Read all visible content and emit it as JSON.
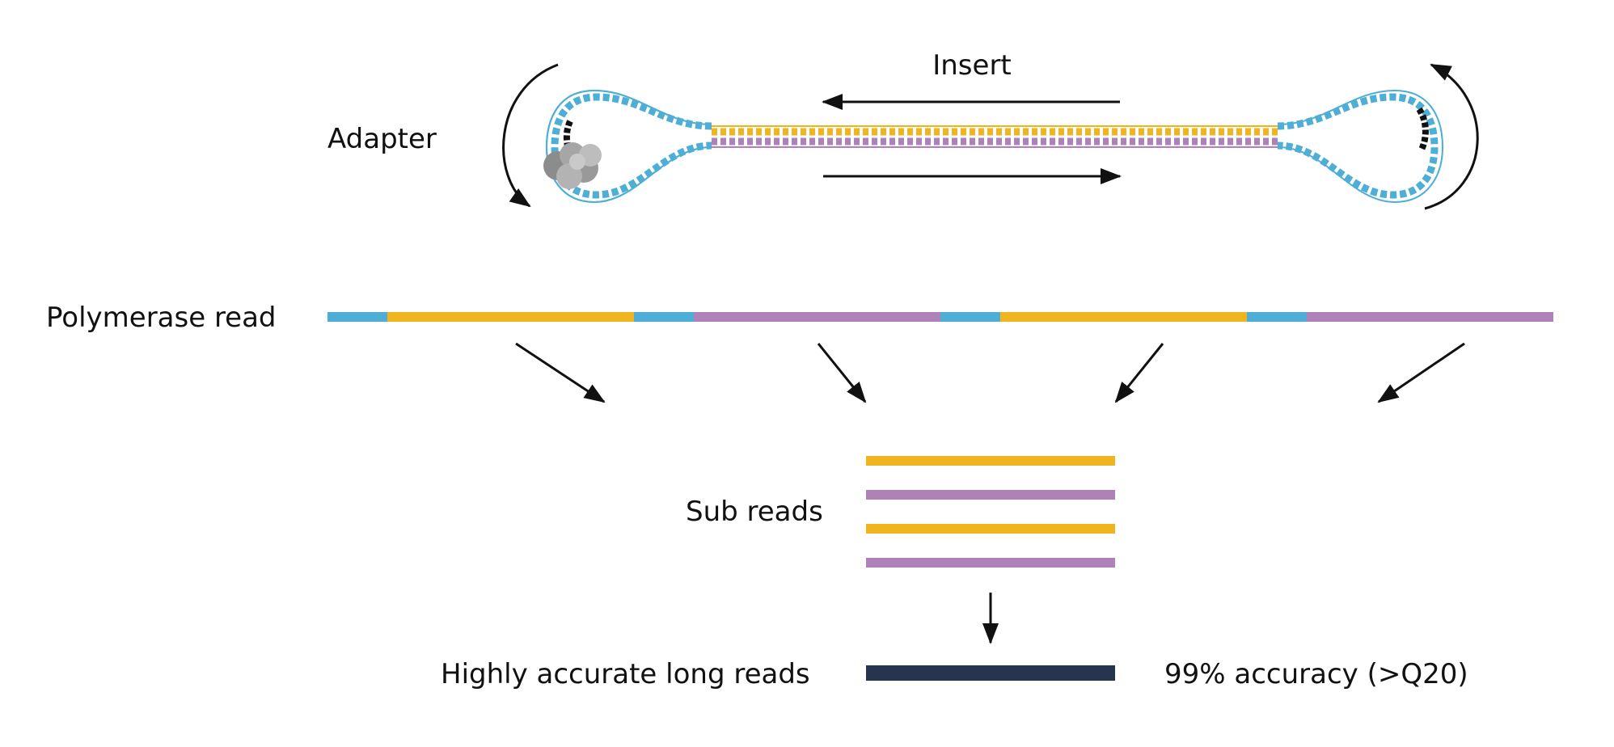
{
  "labels": {
    "insert": "Insert",
    "adapter": "Adapter",
    "polymerase_read": "Polymerase read",
    "sub_reads": "Sub reads",
    "ccs_reads": "Highly accurate long reads",
    "accuracy": "99% accuracy (>Q20)"
  },
  "colors": {
    "adapter": "#4eaed6",
    "forward_strand": "#f0b51e",
    "reverse_strand": "#ae82b9",
    "consensus": "#25344f",
    "arrow": "#111111",
    "polymerase": "#999999"
  },
  "polymerase_read_segments": [
    "adapter",
    "forward_strand",
    "adapter",
    "reverse_strand",
    "adapter",
    "forward_strand",
    "adapter",
    "reverse_strand"
  ],
  "sub_reads": [
    "forward_strand",
    "reverse_strand",
    "forward_strand",
    "reverse_strand"
  ],
  "icons": [
    "polymerase-icon",
    "arrow-icon",
    "circular-arrow-icon"
  ]
}
